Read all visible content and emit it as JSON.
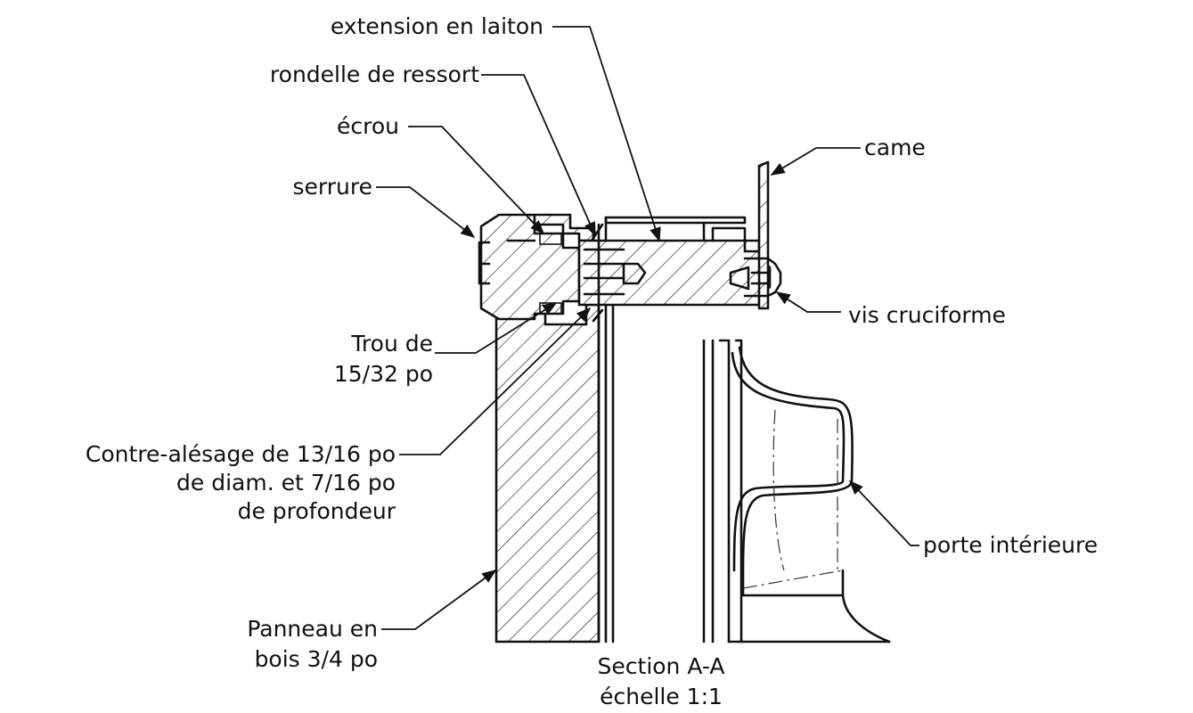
{
  "labels": {
    "brass_extension": "extension en laiton",
    "spring_washer": "rondelle de ressort",
    "nut": "écrou",
    "lock": "serrure",
    "cam": "came",
    "phillips_screw": "vis cruciforme",
    "hole_line1": "Trou de",
    "hole_line2": "15/32 po",
    "counterbore_line1": "Contre-alésage de 13/16 po",
    "counterbore_line2": "de diam. et 7/16 po",
    "counterbore_line3": "de profondeur",
    "inner_door": "porte intérieure",
    "panel_line1": "Panneau en",
    "panel_line2": "bois 3/4 po"
  },
  "caption": {
    "line1": "Section A-A",
    "line2": "échelle 1:1"
  },
  "colors": {
    "ink": "#111111",
    "background": "#ffffff"
  }
}
